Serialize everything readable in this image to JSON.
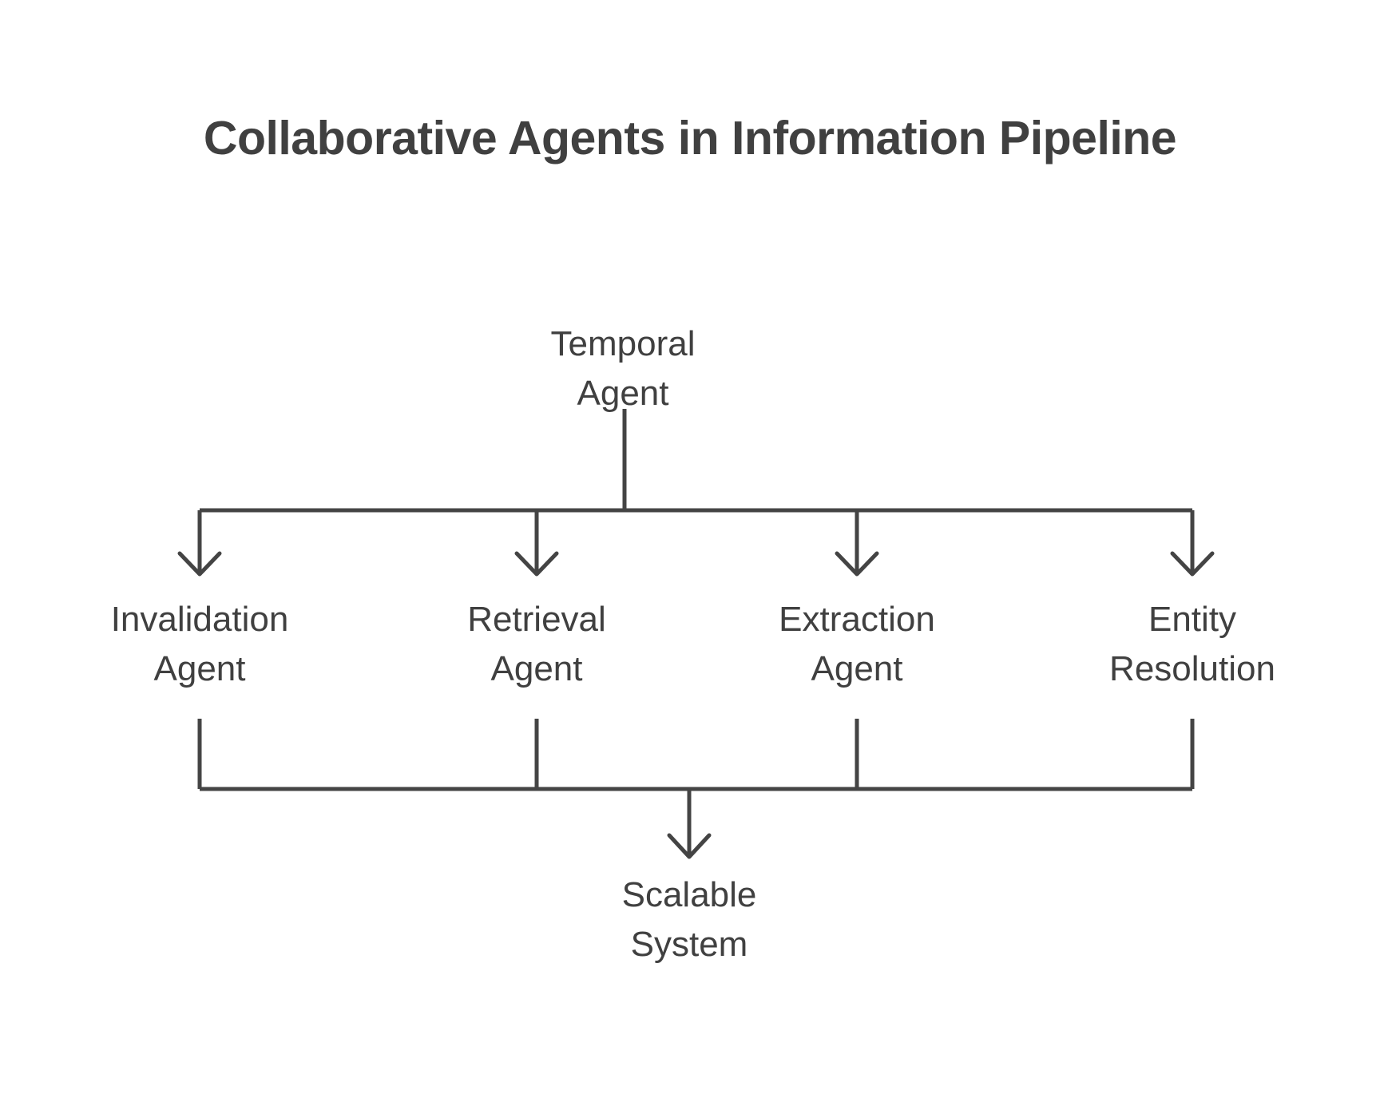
{
  "title": "Collaborative Agents in Information Pipeline",
  "theme": {
    "background": "#ffffff",
    "text_color": "#404040",
    "connector_color": "#444444",
    "connector_width": 5
  },
  "diagram": {
    "type": "flowchart",
    "direction": "top-down",
    "source_node": {
      "id": "temporal-agent",
      "label": "Temporal\nAgent"
    },
    "agent_nodes": [
      {
        "id": "invalidation-agent",
        "label": "Invalidation\nAgent"
      },
      {
        "id": "retrieval-agent",
        "label": "Retrieval\nAgent"
      },
      {
        "id": "extraction-agent",
        "label": "Extraction\nAgent"
      },
      {
        "id": "entity-resolution",
        "label": "Entity\nResolution"
      }
    ],
    "target_node": {
      "id": "scalable-system",
      "label": "Scalable\nSystem"
    },
    "edges": [
      {
        "from": "temporal-agent",
        "to": "invalidation-agent",
        "arrow": true
      },
      {
        "from": "temporal-agent",
        "to": "retrieval-agent",
        "arrow": true
      },
      {
        "from": "temporal-agent",
        "to": "extraction-agent",
        "arrow": true
      },
      {
        "from": "temporal-agent",
        "to": "entity-resolution",
        "arrow": true
      },
      {
        "from": "invalidation-agent",
        "to": "scalable-system",
        "arrow": false
      },
      {
        "from": "retrieval-agent",
        "to": "scalable-system",
        "arrow": false
      },
      {
        "from": "extraction-agent",
        "to": "scalable-system",
        "arrow": false
      },
      {
        "from": "entity-resolution",
        "to": "scalable-system",
        "arrow": true
      }
    ]
  }
}
